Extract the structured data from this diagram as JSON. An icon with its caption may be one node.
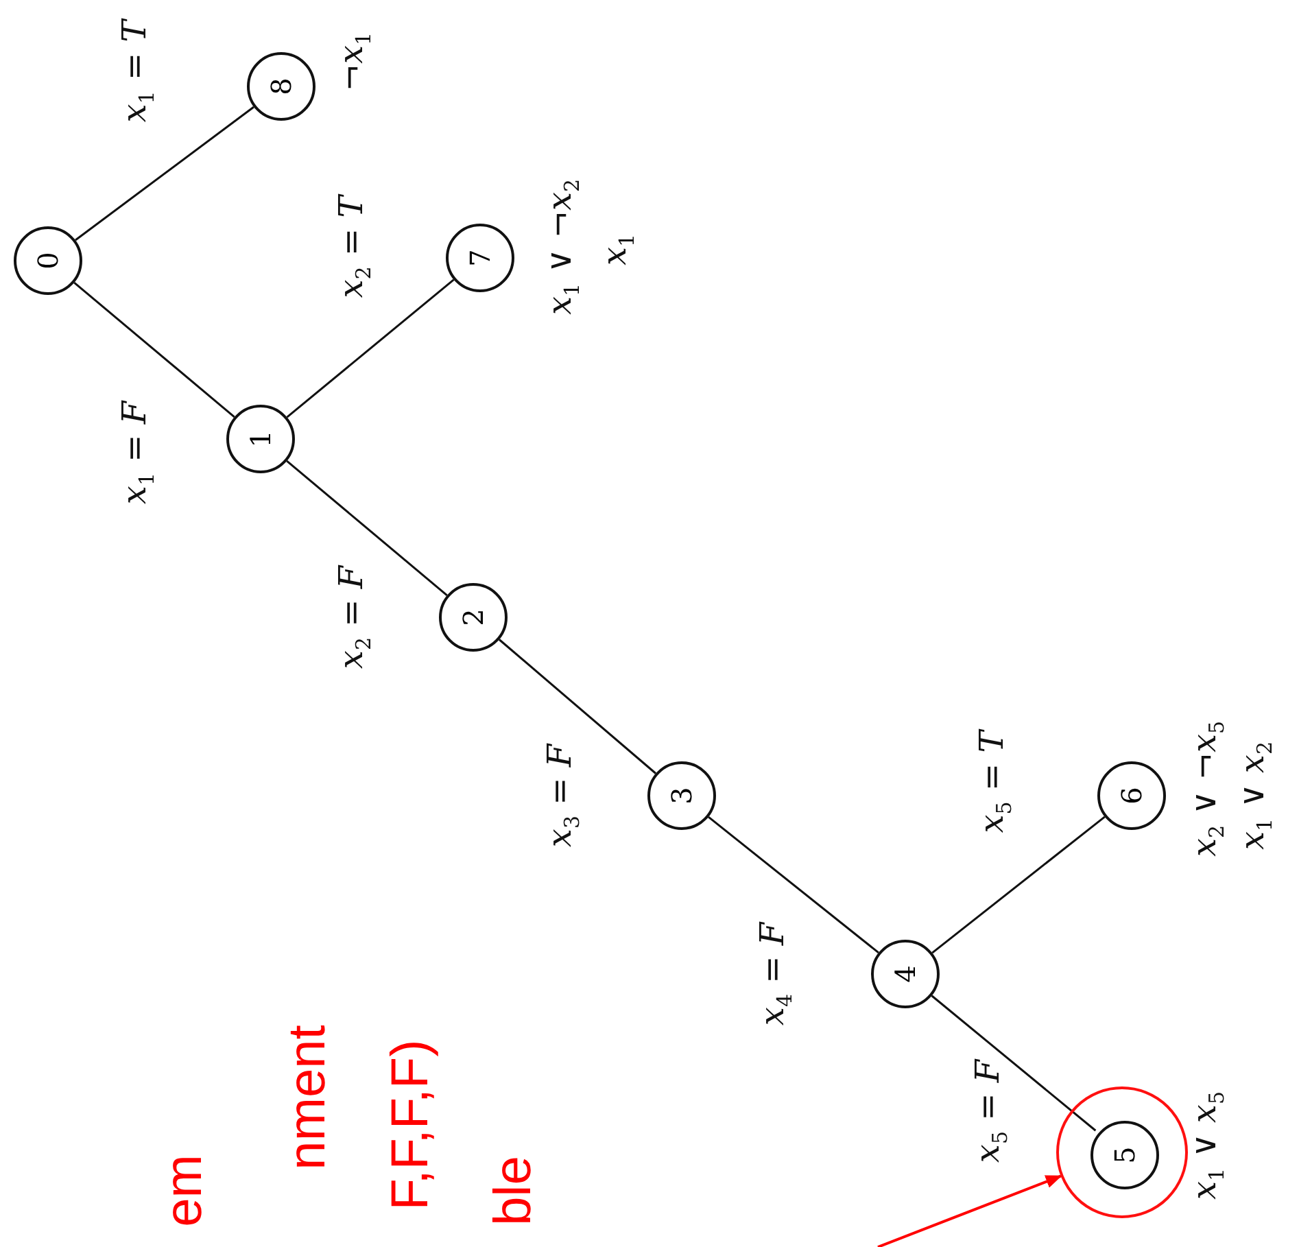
{
  "diagram": {
    "nodes": [
      {
        "text": [
          "0"
        ]
      },
      {
        "text": [
          "1"
        ]
      },
      {
        "text": [
          "2"
        ]
      },
      {
        "text": [
          "3"
        ]
      },
      {
        "text": [
          "4"
        ]
      },
      {
        "text": [],
        "shape": "circle"
      },
      {
        "text": [
          "5"
        ],
        "in": 5,
        "beside": [
          "x$_{1}$ ∨ x$_{5}$"
        ]
      },
      {
        "text": [
          "6"
        ],
        "beside": [
          "x$_{2}$ ∨ ¬x$_{5}$",
          "x$_{1}$ ∨ x$_{2}$"
        ]
      },
      {
        "text": [
          "7"
        ],
        "beside": [
          "x$_{1}$ ∨ ¬x$_{2}$",
          "x$_{1}$"
        ]
      },
      {
        "text": [
          "8"
        ],
        "beside": [
          "¬x$_{1}$"
        ]
      }
    ],
    "edges": [
      {
        "from": 0,
        "to": 9,
        "arrow": "none",
        "label": "x$_{1}$ = T"
      },
      {
        "from": 0,
        "to": 1,
        "arrow": "none",
        "label": "x$_{1}$ = F"
      },
      {
        "from": 1,
        "to": 8,
        "arrow": "none",
        "label": "x$_{2}$ = T"
      },
      {
        "from": 1,
        "to": 2,
        "arrow": "none",
        "label": "x$_{2}$ = F"
      },
      {
        "from": 2,
        "to": 3,
        "arrow": "none",
        "label": "x$_{3}$ = F"
      },
      {
        "from": 3,
        "to": 4,
        "arrow": "none",
        "label": "x$_{4}$ = F"
      },
      {
        "from": 4,
        "to": 7,
        "arrow": "none",
        "label": "x$_{5}$ = T"
      },
      {
        "from": 4,
        "to": 6,
        "arrow": "none",
        "label": "x$_{5}$ = F"
      },
      {
        "from": null,
        "to": 5,
        "arrow": "to",
        "color": "#ff0000"
      }
    ],
    "labels": [
      "em",
      "nment",
      "F,F,F,F)",
      "ble"
    ]
  }
}
